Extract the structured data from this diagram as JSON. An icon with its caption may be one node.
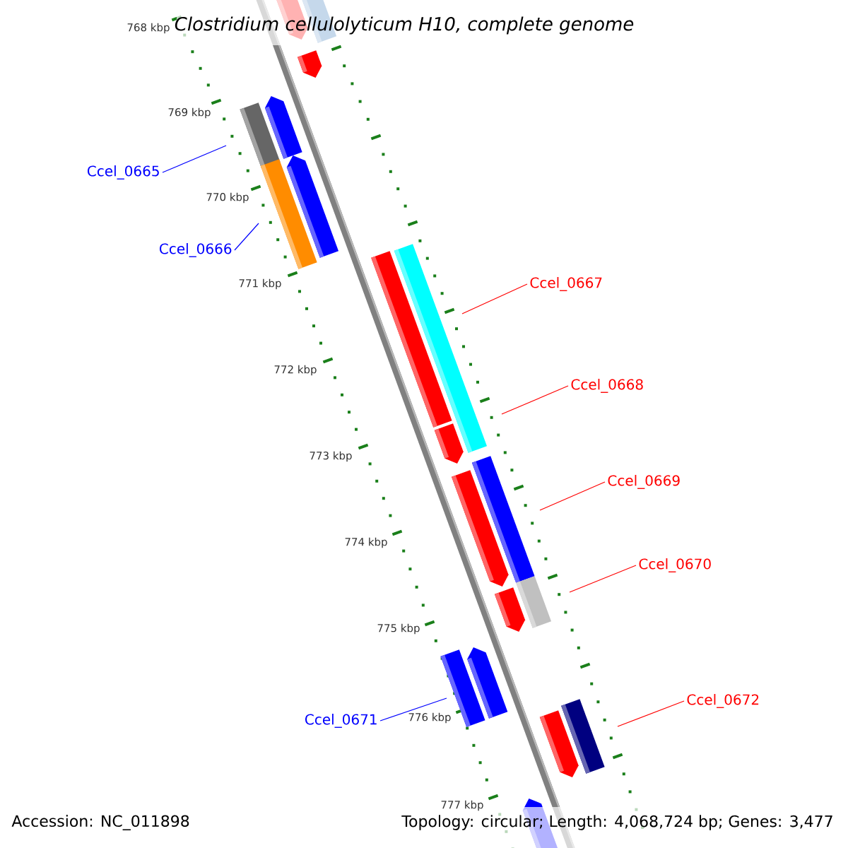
{
  "diagram": {
    "title": "Clostridium cellulolyticum H10, complete genome",
    "nodes": [
      {
        "text": [
          "Ccel_0665"
        ]
      },
      {
        "text": [
          "Ccel_0666"
        ]
      },
      {
        "text": [
          "Ccel_0667"
        ]
      },
      {
        "text": [
          "Ccel_0668"
        ]
      },
      {
        "text": [
          "Ccel_0669"
        ]
      },
      {
        "text": [
          "Ccel_0670"
        ]
      },
      {
        "text": [
          "Ccel_0671"
        ]
      },
      {
        "text": [
          "Ccel_0672"
        ]
      }
    ],
    "edges": [
      {
        "from": 0,
        "to": null,
        "arrow": "none",
        "color": "#0000ff"
      },
      {
        "from": 1,
        "to": null,
        "arrow": "none",
        "color": "#0000ff"
      },
      {
        "from": 2,
        "to": null,
        "arrow": "none"
      },
      {
        "from": 3,
        "to": null,
        "arrow": "none"
      },
      {
        "from": 4,
        "to": null,
        "arrow": "none"
      },
      {
        "from": 5,
        "to": null,
        "arrow": "none"
      },
      {
        "from": 6,
        "to": null,
        "arrow": "none",
        "color": "#0000ff"
      },
      {
        "from": 7,
        "to": null,
        "arrow": "none"
      }
    ],
    "labels": [
      "768 kbp",
      "769 kbp",
      "770 kbp",
      "771 kbp",
      "772 kbp",
      "773 kbp",
      "774 kbp",
      "775 kbp",
      "776 kbp",
      "777 kbp",
      "Accession: NC_011898",
      "Topology: circular; Length: 4,068,724 bp; Genes: 3,477"
    ]
  }
}
